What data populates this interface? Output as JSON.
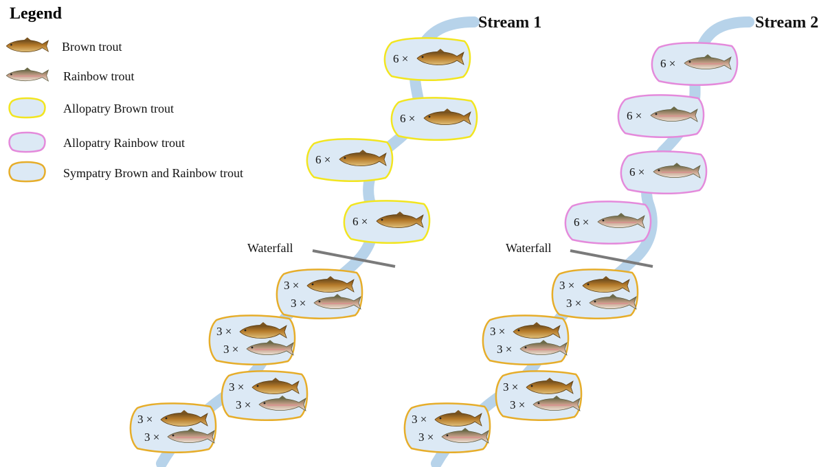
{
  "legend": {
    "title": "Legend",
    "items": [
      {
        "label": "Brown trout",
        "kind": "brown-fish"
      },
      {
        "label": "Rainbow trout",
        "kind": "rainbow-fish"
      },
      {
        "label": "Allopatry Brown trout",
        "kind": "blob",
        "outline": "#f2e520"
      },
      {
        "label": "Allopatry Rainbow trout",
        "kind": "blob",
        "outline": "#e48adb"
      },
      {
        "label": "Sympatry Brown and Rainbow trout",
        "kind": "blob",
        "outline": "#e6ad2a"
      }
    ]
  },
  "colors": {
    "stream": "#b7d3ea",
    "pool_fill": "#dce9f5",
    "allopatry_brown_outline": "#f2e520",
    "allopatry_rainbow_outline": "#e48adb",
    "sympatry_outline": "#e6ad2a",
    "waterfall": "#7a7a7a"
  },
  "streams": [
    {
      "title": "Stream 1",
      "waterfall_label": "Waterfall",
      "upstream_pools": [
        {
          "type": "allopatry-brown",
          "count": "6 ×",
          "fish": "brown"
        },
        {
          "type": "allopatry-brown",
          "count": "6 ×",
          "fish": "brown"
        },
        {
          "type": "allopatry-brown",
          "count": "6 ×",
          "fish": "brown"
        },
        {
          "type": "allopatry-brown",
          "count": "6 ×",
          "fish": "brown"
        }
      ],
      "downstream_pools": [
        {
          "type": "sympatry",
          "brown_count": "3 ×",
          "rainbow_count": "3 ×"
        },
        {
          "type": "sympatry",
          "brown_count": "3 ×",
          "rainbow_count": "3 ×"
        },
        {
          "type": "sympatry",
          "brown_count": "3 ×",
          "rainbow_count": "3 ×"
        },
        {
          "type": "sympatry",
          "brown_count": "3 ×",
          "rainbow_count": "3 ×"
        }
      ]
    },
    {
      "title": "Stream 2",
      "waterfall_label": "Waterfall",
      "upstream_pools": [
        {
          "type": "allopatry-rainbow",
          "count": "6 ×",
          "fish": "rainbow"
        },
        {
          "type": "allopatry-rainbow",
          "count": "6 ×",
          "fish": "rainbow"
        },
        {
          "type": "allopatry-rainbow",
          "count": "6 ×",
          "fish": "rainbow"
        },
        {
          "type": "allopatry-rainbow",
          "count": "6 ×",
          "fish": "rainbow"
        }
      ],
      "downstream_pools": [
        {
          "type": "sympatry",
          "brown_count": "3 ×",
          "rainbow_count": "3 ×"
        },
        {
          "type": "sympatry",
          "brown_count": "3 ×",
          "rainbow_count": "3 ×"
        },
        {
          "type": "sympatry",
          "brown_count": "3 ×",
          "rainbow_count": "3 ×"
        },
        {
          "type": "sympatry",
          "brown_count": "3 ×",
          "rainbow_count": "3 ×"
        }
      ]
    }
  ]
}
